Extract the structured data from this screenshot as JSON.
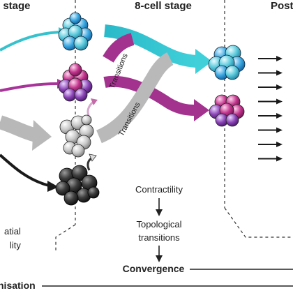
{
  "headers": {
    "left": "l stage",
    "middle": "8-cell stage",
    "right": "Posti"
  },
  "arrow_labels": {
    "transitions_top": "Transitions",
    "transitions_bottom": "Transitions"
  },
  "process": {
    "step1": "Contractility",
    "step2_line1": "Topological",
    "step2_line2": "transitions",
    "result": "Convergence"
  },
  "left_notes": {
    "line1": "atial",
    "line2": "lity"
  },
  "footer": {
    "label": "nisation"
  },
  "colors": {
    "teal": "#3cc3cf",
    "magenta": "#b3378f",
    "gray": "#b4b4b4",
    "black": "#1a1a1a",
    "text": "#222222"
  }
}
